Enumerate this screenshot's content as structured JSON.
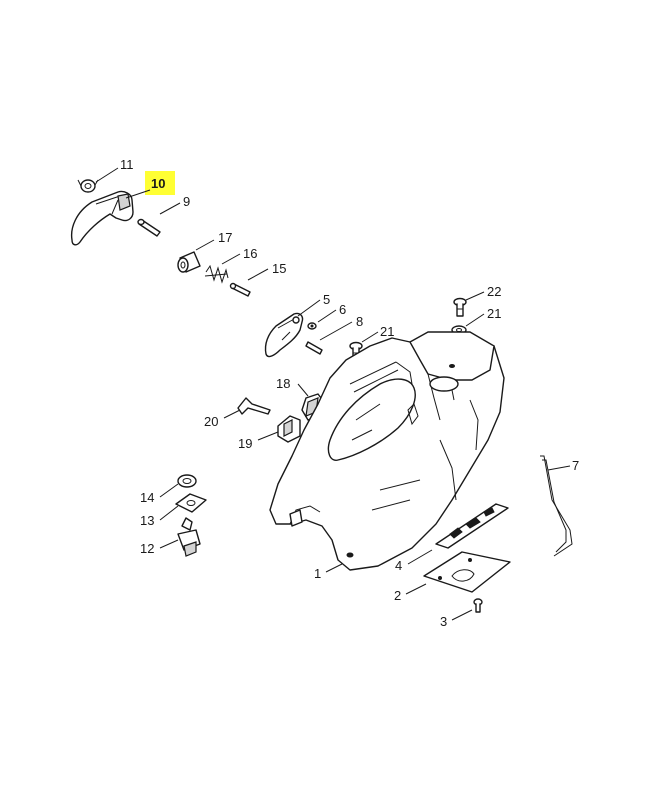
{
  "highlight_color": "#ffff33",
  "highlighted_callout": "10",
  "callouts": {
    "c1": "1",
    "c2": "2",
    "c3": "3",
    "c4": "4",
    "c5": "5",
    "c6": "6",
    "c7": "7",
    "c8": "8",
    "c9": "9",
    "c10": "10",
    "c11": "11",
    "c12": "12",
    "c13": "13",
    "c14": "14",
    "c15": "15",
    "c16": "16",
    "c17": "17",
    "c18": "18",
    "c19": "19",
    "c20": "20",
    "c21a": "21",
    "c21b": "21",
    "c22": "22"
  }
}
